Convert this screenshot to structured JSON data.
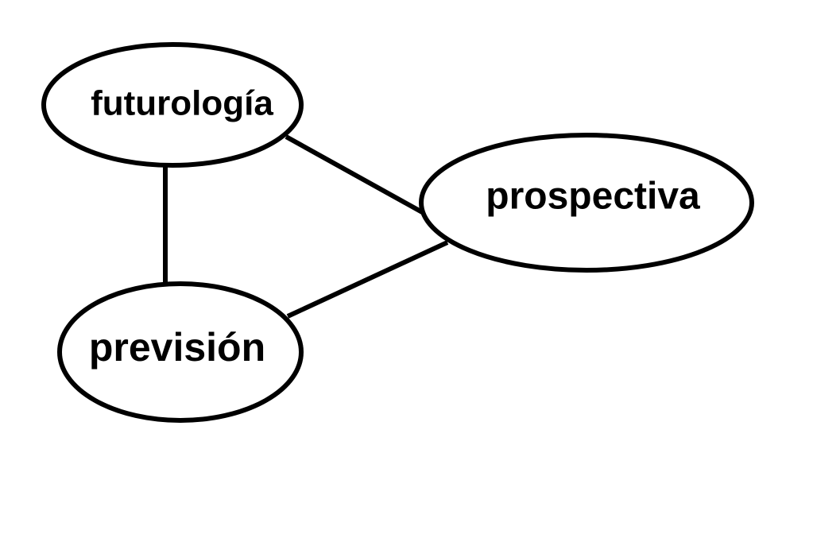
{
  "diagram": {
    "nodes": [
      {
        "id": "futurologia",
        "label": "futurología"
      },
      {
        "id": "prospectiva",
        "label": "prospectiva"
      },
      {
        "id": "prevision",
        "label": "previsión"
      }
    ],
    "edges": [
      {
        "from": "futurologia",
        "to": "prospectiva"
      },
      {
        "from": "futurologia",
        "to": "prevision"
      },
      {
        "from": "prevision",
        "to": "prospectiva"
      }
    ],
    "colors": {
      "stroke": "#000000",
      "fill": "#ffffff",
      "text": "#000000"
    }
  }
}
